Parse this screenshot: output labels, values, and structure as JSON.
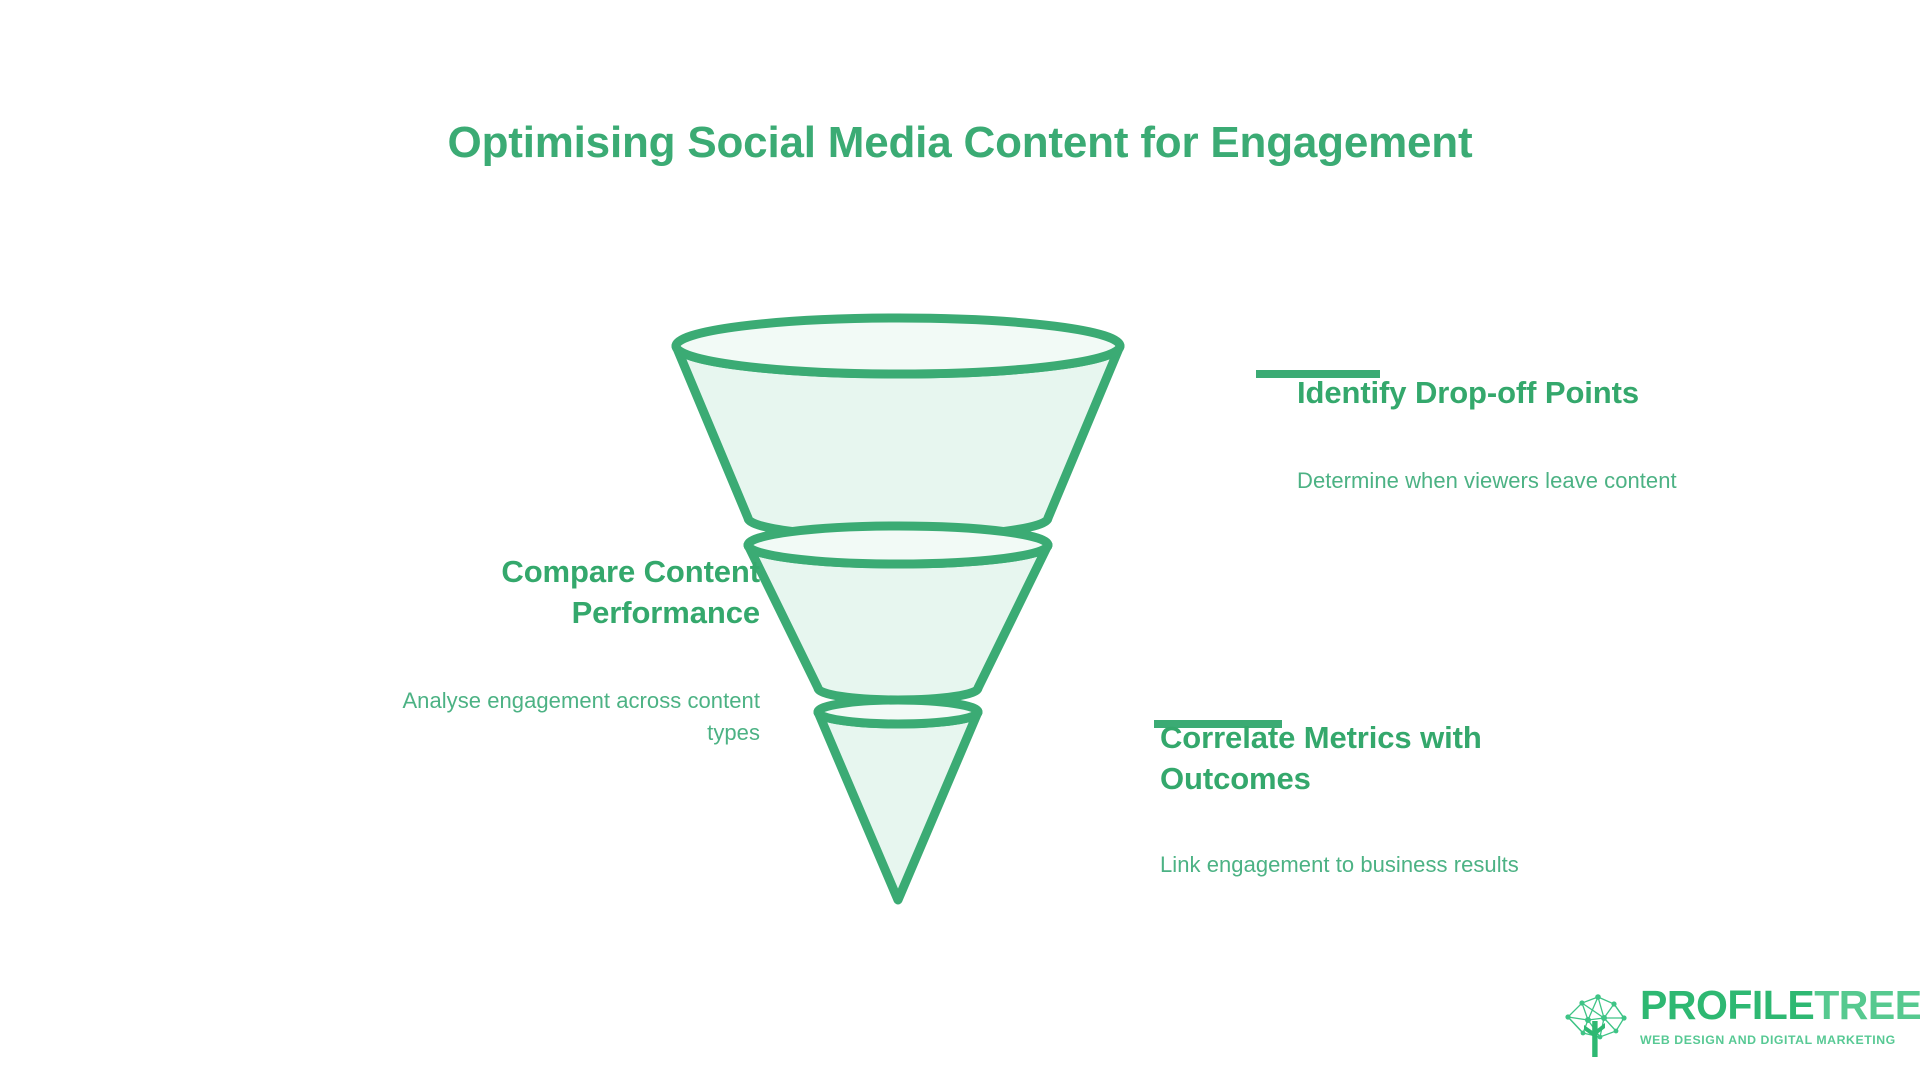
{
  "slide": {
    "title": "Optimising Social Media Content for Engagement",
    "background_color": "#ffffff",
    "accent_color": "#34a86c",
    "accent_light_color": "#4cb284",
    "funnel_fill_color": "#e7f6ef",
    "funnel_stroke_color": "#3bab74"
  },
  "funnel": {
    "name": "three-stage-inverted-funnel",
    "stages": [
      {
        "id": "stage-1",
        "position": "top",
        "label": "Identify Drop-off Points"
      },
      {
        "id": "stage-2",
        "position": "middle",
        "label": "Compare Content Performance"
      },
      {
        "id": "stage-3",
        "position": "bottom",
        "label": "Correlate Metrics with Outcomes"
      }
    ]
  },
  "callouts": [
    {
      "id": "identify-dropoff",
      "side": "right",
      "title": "Identify Drop-off Points",
      "description": "Determine when viewers leave content"
    },
    {
      "id": "compare-performance",
      "side": "left",
      "title": "Compare Content Performance",
      "description": "Analyse engagement across content types"
    },
    {
      "id": "correlate-metrics",
      "side": "right",
      "title": "Correlate Metrics with Outcomes",
      "description": "Link engagement to business results"
    }
  ],
  "logo": {
    "name": "profiletree-logo",
    "word_bold": "PROFILE",
    "word_light": "TREE",
    "tagline": "WEB DESIGN AND DIGITAL MARKETING",
    "icon": "network-tree-icon"
  },
  "chart_data": {
    "type": "funnel",
    "title": "Optimising Social Media Content for Engagement",
    "categories": [
      "Identify Drop-off Points",
      "Compare Content Performance",
      "Correlate Metrics with Outcomes"
    ],
    "descriptions": [
      "Determine when viewers leave content",
      "Analyse engagement across content types",
      "Link engagement to business results"
    ],
    "values": [
      3,
      2,
      1
    ],
    "legend": "none",
    "grid": false
  }
}
